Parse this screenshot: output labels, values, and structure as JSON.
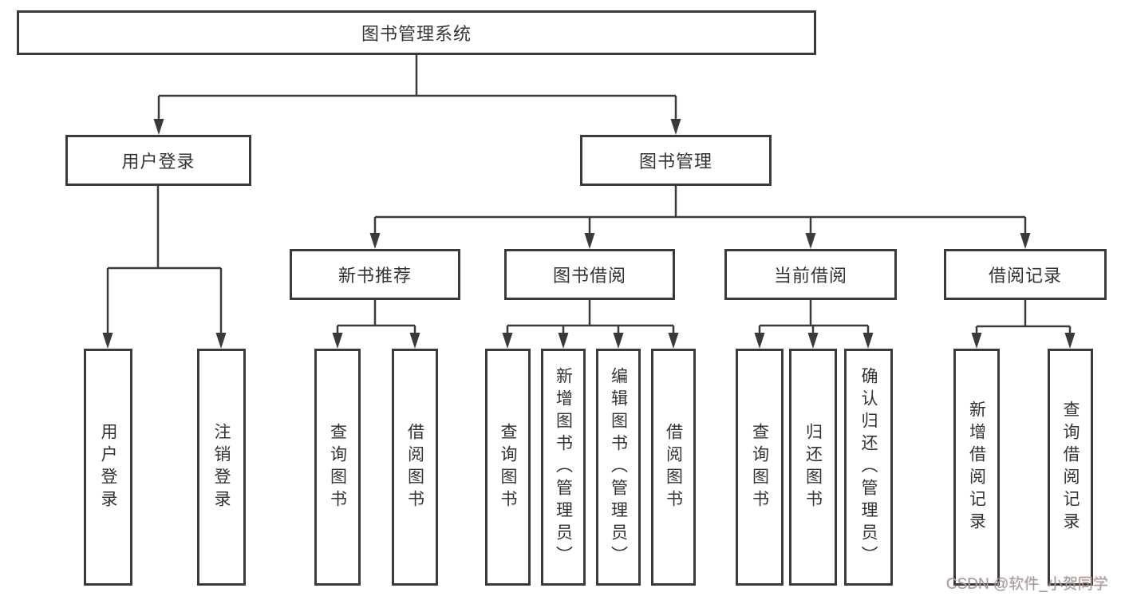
{
  "diagram": {
    "type": "hierarchy-tree",
    "colors": {
      "background": "#ffffff",
      "line": "#3a3a3a",
      "box_border": "#3a3a3a",
      "text": "#333333",
      "watermark_text": "#9c9c9c"
    },
    "tree": {
      "label": "图书管理系统",
      "children": [
        {
          "label": "用户登录",
          "children": [
            {
              "label": "用户登录"
            },
            {
              "label": "注销登录"
            }
          ]
        },
        {
          "label": "图书管理",
          "children": [
            {
              "label": "新书推荐",
              "children": [
                {
                  "label": "查询图书"
                },
                {
                  "label": "借阅图书"
                }
              ]
            },
            {
              "label": "图书借阅",
              "children": [
                {
                  "label": "查询图书"
                },
                {
                  "label": "新增图书（管理员）"
                },
                {
                  "label": "编辑图书（管理员）"
                },
                {
                  "label": "借阅图书"
                }
              ]
            },
            {
              "label": "当前借阅",
              "children": [
                {
                  "label": "查询图书"
                },
                {
                  "label": "归还图书"
                },
                {
                  "label": "确认归还（管理员）"
                }
              ]
            },
            {
              "label": "借阅记录",
              "children": [
                {
                  "label": "新增借阅记录"
                },
                {
                  "label": "查询借阅记录"
                }
              ]
            }
          ]
        }
      ]
    },
    "watermark": {
      "text": "CSDN @软件_小贺同学"
    }
  }
}
